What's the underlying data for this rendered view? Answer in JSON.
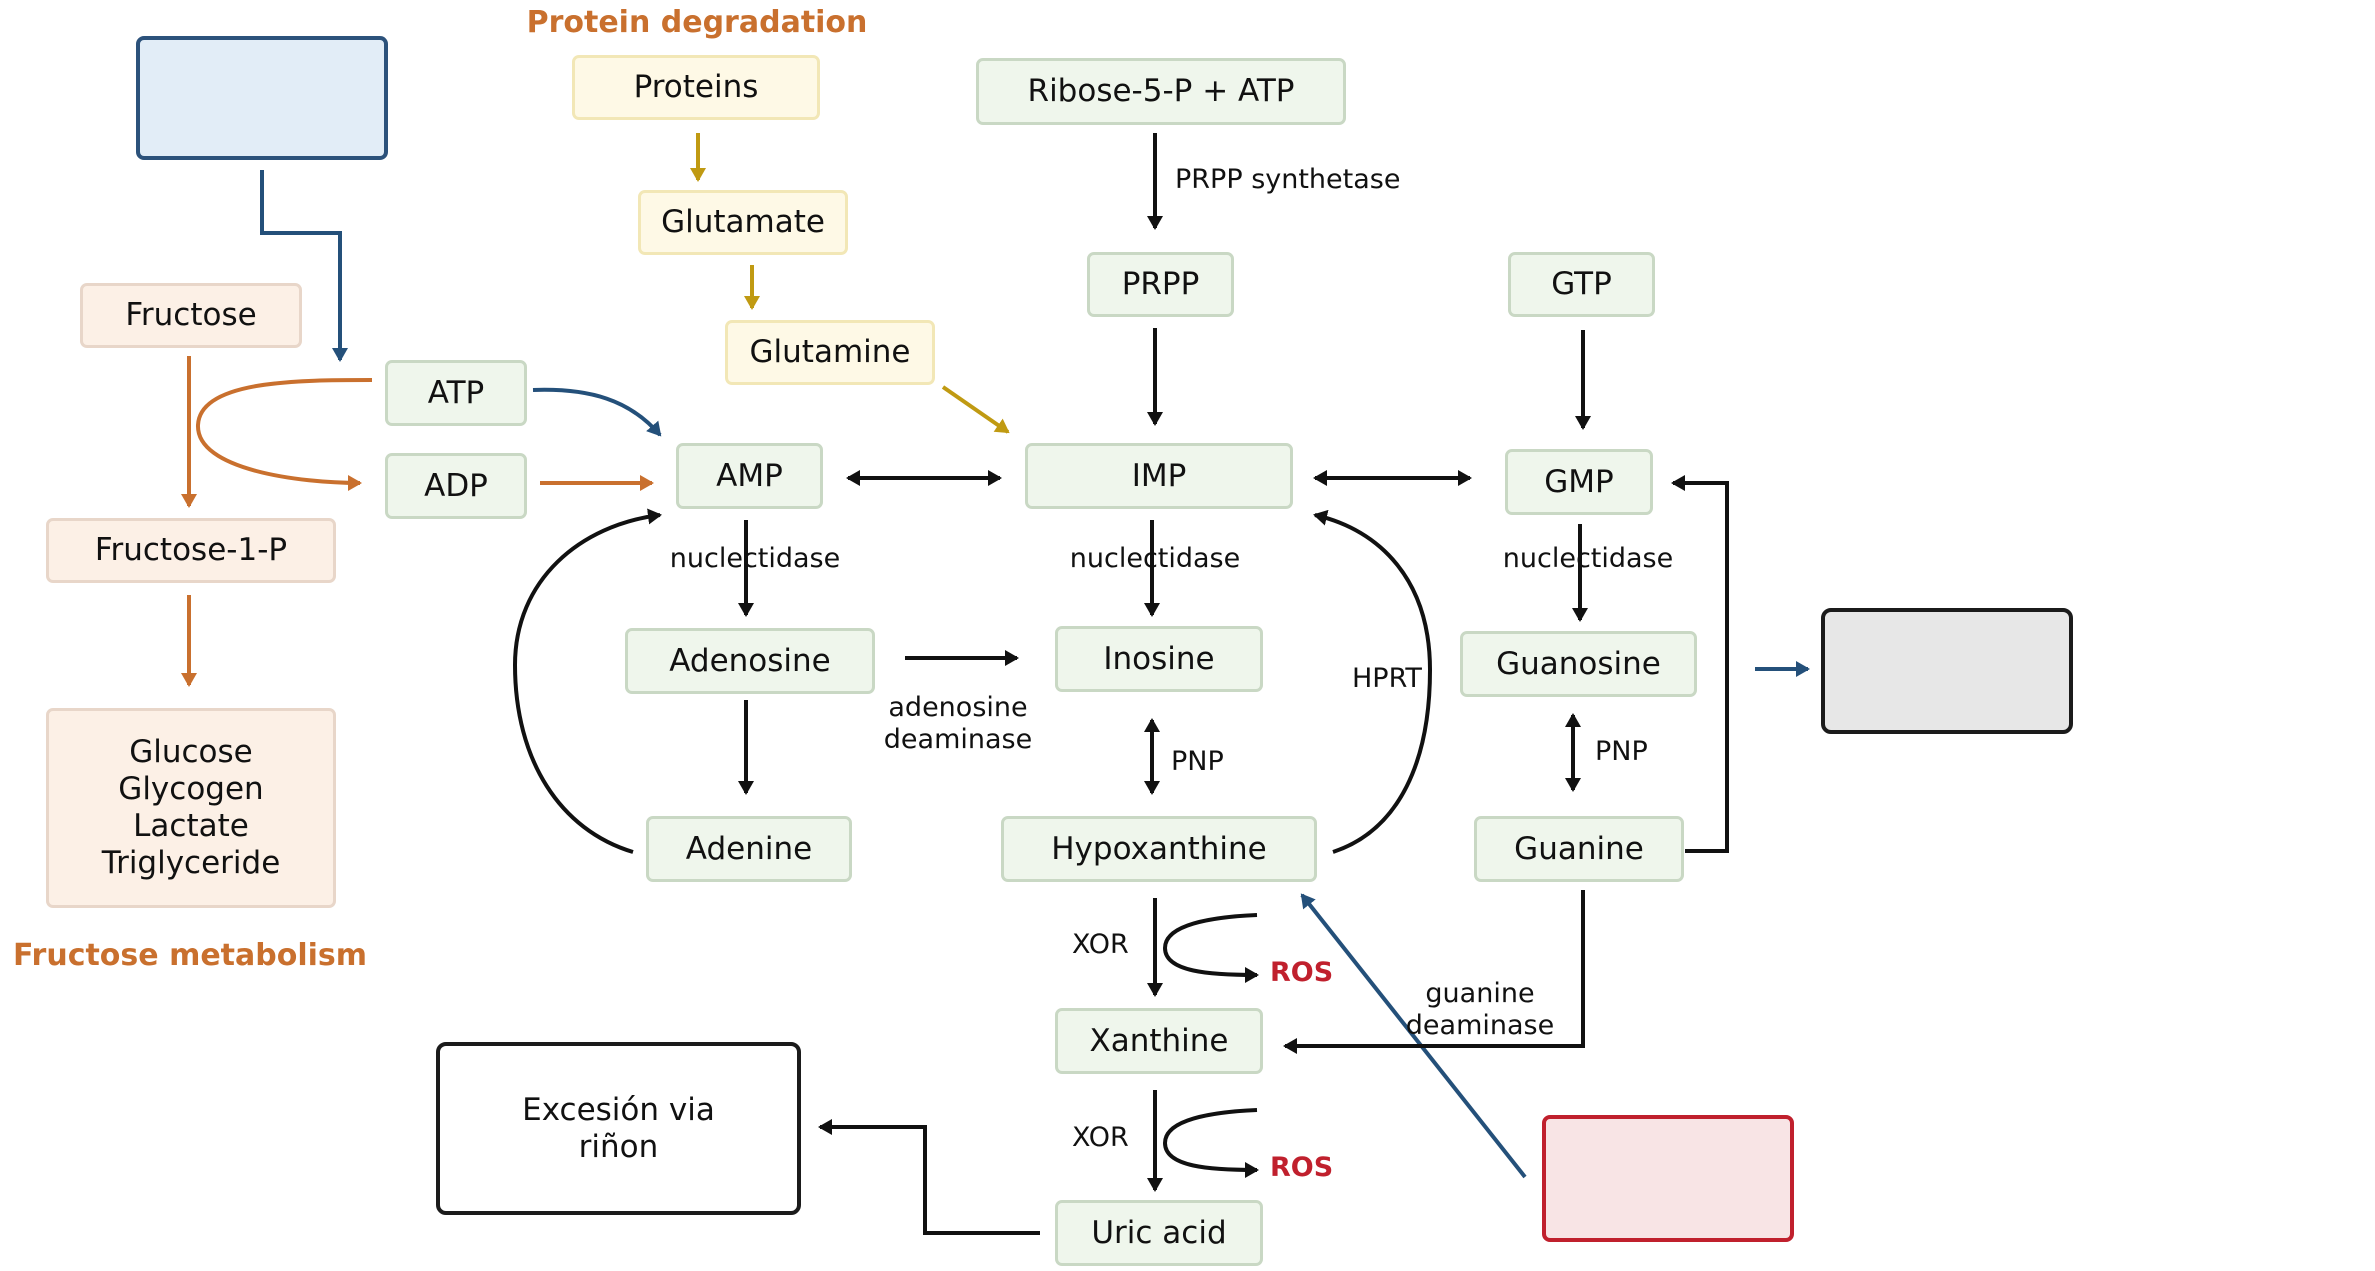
{
  "titles": {
    "protein_degradation": "Protein degradation",
    "fructose_metabolism": "Fructose metabolism"
  },
  "nodes": {
    "proteins": "Proteins",
    "glutamate": "Glutamate",
    "glutamine": "Glutamine",
    "ribose5p_atp": "Ribose-5-P + ATP",
    "prpp": "PRPP",
    "gtp": "GTP",
    "fructose": "Fructose",
    "atp": "ATP",
    "adp": "ADP",
    "fructose1p": "Fructose-1-P",
    "fructose_products": "Glucose\nGlycogen\nLactate\nTriglyceride",
    "amp": "AMP",
    "imp": "IMP",
    "gmp": "GMP",
    "adenosine": "Adenosine",
    "inosine": "Inosine",
    "guanosine": "Guanosine",
    "adenine": "Adenine",
    "hypoxanthine": "Hypoxanthine",
    "guanine": "Guanine",
    "xanthine": "Xanthine",
    "uric_acid": "Uric acid",
    "excretion": "Excesión via\nriñon",
    "blue_box": "",
    "grey_box": "",
    "red_box": ""
  },
  "labels": {
    "prpp_synthetase": "PRPP synthetase",
    "nucleotidase_amp": "nuclectidase",
    "nucleotidase_imp": "nuclectidase",
    "nucleotidase_gmp": "nuclectidase",
    "adenosine_deaminase": "adenosine\ndeaminase",
    "hprt": "HPRT",
    "pnp_inosine": "PNP",
    "pnp_guanosine": "PNP",
    "xor_1": "XOR",
    "xor_2": "XOR",
    "ros_1": "ROS",
    "ros_2": "ROS",
    "guanine_deaminase": "guanine\ndeaminase"
  },
  "colors": {
    "orange": "#c9702e",
    "gold": "#c09a12",
    "navy": "#24507a",
    "black": "#111111",
    "red": "#c0202d"
  }
}
